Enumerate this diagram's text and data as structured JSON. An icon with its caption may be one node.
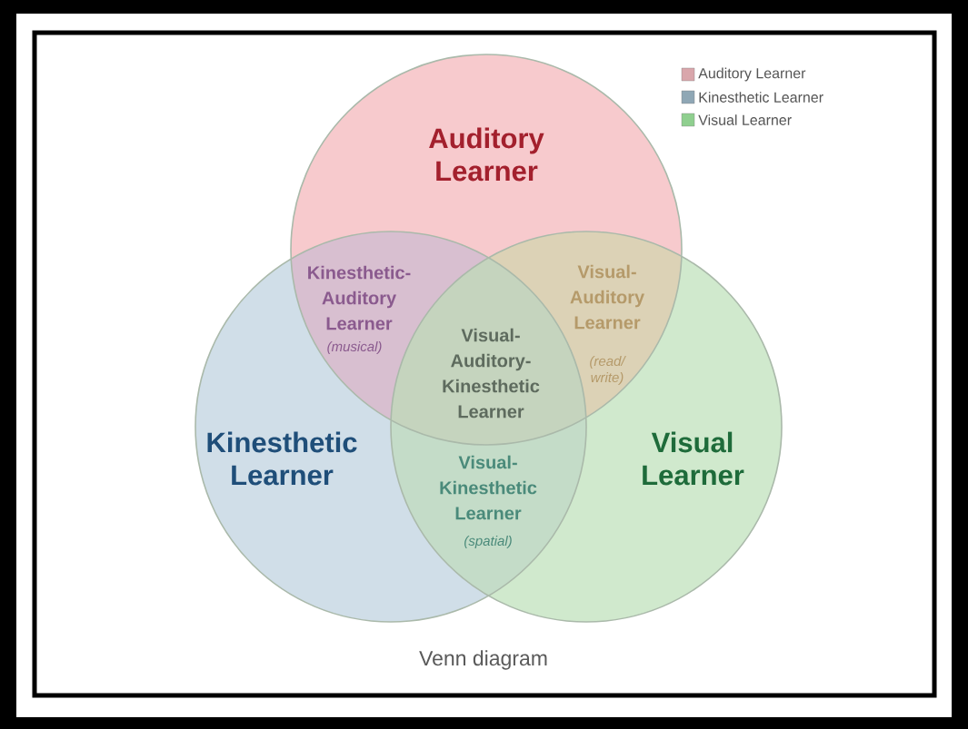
{
  "diagram": {
    "caption": "Venn diagram",
    "nodes": [
      {
        "text": [
          "Auditory Learner"
        ]
      },
      {
        "text": [
          "Kinesthetic Learner"
        ]
      },
      {
        "text": [
          "Visual Learner"
        ]
      }
    ],
    "edges": [],
    "labels": [
      "Kinesthetic-Auditory Learner",
      "(musical)",
      "Visual-Auditory Learner",
      "(read/ write)",
      "Visual-Auditory-Kinesthetic Learner",
      "Visual-Kinesthetic Learner",
      "(spatial)"
    ],
    "legend": [
      {
        "text": "Auditory Learner",
        "color": "#d9a6ab"
      },
      {
        "text": "Kinesthetic Learner",
        "color": "#8fa7b5"
      },
      {
        "text": "Visual Learner",
        "color": "#8fcf8f"
      }
    ]
  }
}
